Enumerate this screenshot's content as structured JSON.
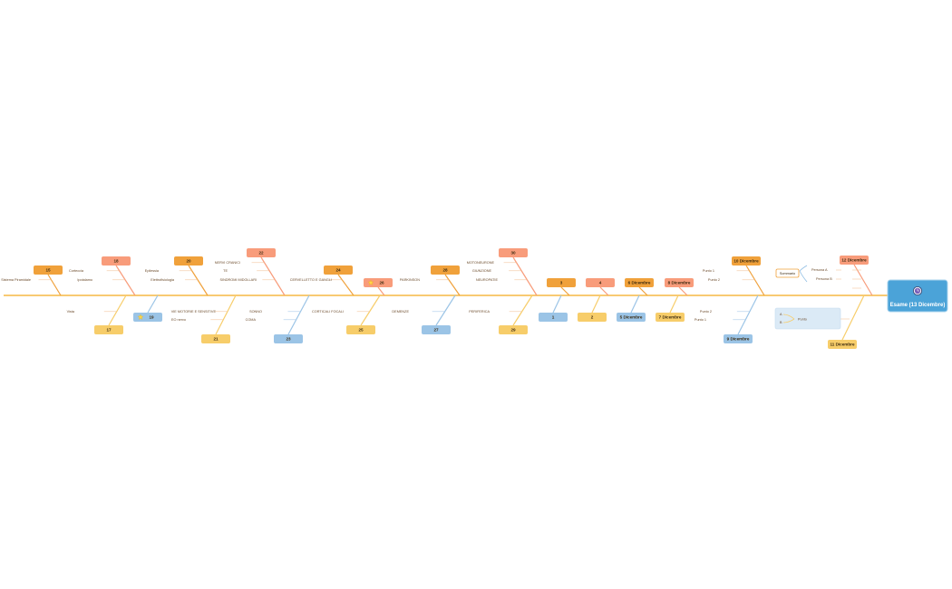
{
  "colors": {
    "spine": "#f5b945",
    "orange": "#f0a13b",
    "salmon": "#f89c7b",
    "yellow": "#f7cd6a",
    "blue": "#9bc4e6",
    "head": "#4ba3d8",
    "head_border": "#a8d3ee",
    "summary_bg": "#dbeaf6",
    "leaf_line_orange": "#f3c59c",
    "leaf_line_blue": "#a9c9e8"
  },
  "head": {
    "label": "Esame (13 Dicembre)",
    "icon": "clock-icon"
  },
  "top_topics": [
    {
      "label": "15",
      "color": "orange",
      "leaves": [
        "Sistema Piramidale"
      ]
    },
    {
      "label": "18",
      "color": "salmon",
      "leaves": [
        "Corteccia",
        "Ipotalamo"
      ]
    },
    {
      "label": "20",
      "color": "orange",
      "leaves": [
        "Epilessia",
        "Elettrofisiologia"
      ]
    },
    {
      "label": "22",
      "color": "salmon",
      "leaves": [
        "NERVI CRANICI",
        "TE",
        "SINDROMI MIDOLLARI"
      ]
    },
    {
      "label": "24",
      "color": "orange",
      "leaves": [
        "CERVELLETTO E GANGLI"
      ]
    },
    {
      "label": "26",
      "color": "salmon",
      "icon": "star-icon",
      "leaves": []
    },
    {
      "label": "28",
      "color": "orange",
      "leaves": [
        "PARKINSON"
      ]
    },
    {
      "label": "30",
      "color": "salmon",
      "leaves": [
        "MOTONEURONE",
        "GIUNZIONE",
        "NEUROPATIE"
      ]
    },
    {
      "label": "3",
      "color": "orange",
      "leaves": []
    },
    {
      "label": "4",
      "color": "salmon",
      "leaves": []
    },
    {
      "label": "6 Dicembre",
      "color": "orange",
      "leaves": []
    },
    {
      "label": "8 Dicembre",
      "color": "salmon",
      "leaves": []
    },
    {
      "label": "10 Dicembre",
      "color": "orange",
      "leaves": [
        "Punto 1",
        "Punto 2"
      ]
    },
    {
      "label": "12 Dicembre",
      "color": "salmon",
      "leaves": []
    }
  ],
  "bottom_topics": [
    {
      "label": "17",
      "color": "yellow",
      "leaves": [
        "Vista"
      ]
    },
    {
      "label": "19",
      "color": "blue",
      "icon": "star-icon",
      "leaves": []
    },
    {
      "label": "21",
      "color": "yellow",
      "leaves": [
        "VIE MOTORIE E SENSITIVE",
        "EO nervo"
      ]
    },
    {
      "label": "23",
      "color": "blue",
      "leaves": [
        "SONNO",
        "COMA"
      ]
    },
    {
      "label": "25",
      "color": "yellow",
      "leaves": [
        "CORTICALI FOCALI"
      ]
    },
    {
      "label": "27",
      "color": "blue",
      "leaves": [
        "DEMENZE"
      ]
    },
    {
      "label": "29",
      "color": "yellow",
      "leaves": [
        "PERIFERICA"
      ]
    },
    {
      "label": "1",
      "color": "blue",
      "leaves": []
    },
    {
      "label": "2",
      "color": "yellow",
      "leaves": []
    },
    {
      "label": "5 Dicembre",
      "color": "blue",
      "leaves": []
    },
    {
      "label": "7 Dicembre",
      "color": "yellow",
      "leaves": []
    },
    {
      "label": "9 Dicembre",
      "color": "blue",
      "leaves": [
        "Punto 2",
        "Punto 1"
      ]
    },
    {
      "label": "11 Dicembre",
      "color": "yellow",
      "leaves": []
    }
  ],
  "summary": {
    "label": "Sommario",
    "items": [
      "Persona A",
      "Persona B"
    ]
  },
  "boundary": {
    "label": "Punto",
    "items": [
      "A",
      "B"
    ]
  }
}
